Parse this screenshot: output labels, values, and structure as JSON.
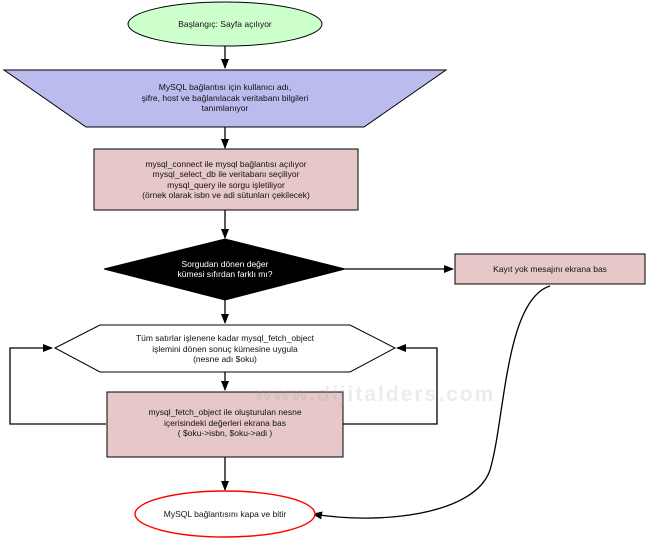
{
  "colors": {
    "start_fill": "#ccffcc",
    "input_fill": "#bbbbee",
    "process_fill": "#e6c8c8",
    "decision_fill": "#000000",
    "end_stroke": "#ff0000",
    "line": "#000000"
  },
  "nodes": {
    "start": "Başlangıç: Sayfa açılıyor",
    "define_credentials": "MySQL bağlantısı için kullanıcı adı,\nşifre, host ve bağlanılacak veritabanı bilgileri\ntanımlanıyor",
    "connect_and_query": "mysql_connect ile mysql bağlantısı açılıyor\nmysql_select_db ile veritabanı seçiliyor\nmysql_query ile sorgu işletiliyor\n(örnek olarak isbn ve adi sütunları çekilecek)",
    "decision": "Sorgudan dönen değer\nkümesi sıfırdan farklı mı?",
    "no_records": "Kayıt yok mesajını ekrana bas",
    "loop": "Tüm satırlar işlenene kadar mysql_fetch_object\nişlemini dönen sonuç kümesine uygula\n(nesne adı $oku)",
    "print_values": "mysql_fetch_object ile oluşturulan nesne\niçerisindeki değerleri ekrana bas\n( $oku->isbn, $oku->adi )",
    "end": "MySQL bağlantısını kapa ve bitir"
  },
  "watermark": "www.dijitalders.com"
}
